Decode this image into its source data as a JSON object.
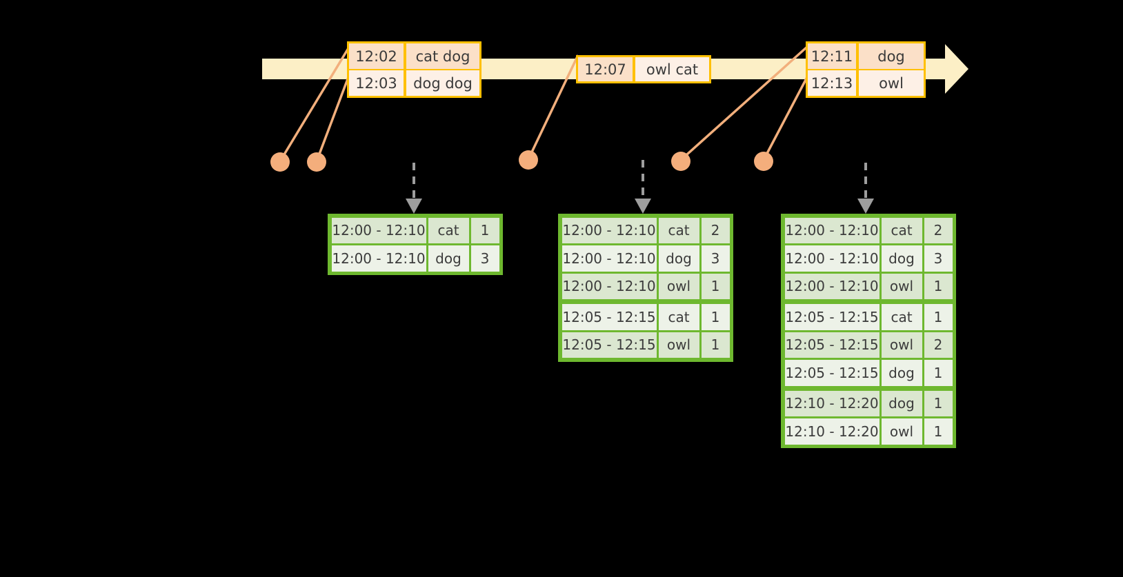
{
  "diagram": {
    "title": "sliding-window-aggregation",
    "colors": {
      "timeline_band": "#FCEFC6",
      "event_border": "#FFC000",
      "event_fill_a": "#FBE0C8",
      "event_fill_b": "#FDF0E6",
      "connector": "#F2AF7C",
      "dot": "#F4AE7C",
      "table_border": "#6EB82F",
      "table_fill_a": "#DBE7D0",
      "table_fill_b": "#EDF2E8",
      "arrow": "#9E9E9E",
      "background": "#000000"
    }
  },
  "timeline": {
    "name": "event-stream-timeline",
    "direction": "left-to-right",
    "events": [
      {
        "time": "12:02",
        "payload": "cat dog"
      },
      {
        "time": "12:03",
        "payload": "dog dog"
      },
      {
        "time": "12:07",
        "payload": "owl cat"
      },
      {
        "time": "12:11",
        "payload": "dog"
      },
      {
        "time": "12:13",
        "payload": "owl"
      }
    ]
  },
  "markers": [
    {
      "name": "marker-1"
    },
    {
      "name": "marker-2"
    },
    {
      "name": "marker-3"
    },
    {
      "name": "marker-4"
    },
    {
      "name": "marker-5"
    }
  ],
  "tables": [
    {
      "name": "result-table-1",
      "groups": [
        {
          "rows": [
            {
              "range": "12:00 - 12:10",
              "animal": "cat",
              "count": "1"
            },
            {
              "range": "12:00 - 12:10",
              "animal": "dog",
              "count": "3"
            }
          ]
        }
      ]
    },
    {
      "name": "result-table-2",
      "groups": [
        {
          "rows": [
            {
              "range": "12:00 - 12:10",
              "animal": "cat",
              "count": "2"
            },
            {
              "range": "12:00 - 12:10",
              "animal": "dog",
              "count": "3"
            },
            {
              "range": "12:00 - 12:10",
              "animal": "owl",
              "count": "1"
            }
          ]
        },
        {
          "rows": [
            {
              "range": "12:05 - 12:15",
              "animal": "cat",
              "count": "1"
            },
            {
              "range": "12:05 - 12:15",
              "animal": "owl",
              "count": "1"
            }
          ]
        }
      ]
    },
    {
      "name": "result-table-3",
      "groups": [
        {
          "rows": [
            {
              "range": "12:00 - 12:10",
              "animal": "cat",
              "count": "2"
            },
            {
              "range": "12:00 - 12:10",
              "animal": "dog",
              "count": "3"
            },
            {
              "range": "12:00 - 12:10",
              "animal": "owl",
              "count": "1"
            }
          ]
        },
        {
          "rows": [
            {
              "range": "12:05 - 12:15",
              "animal": "cat",
              "count": "1"
            },
            {
              "range": "12:05 - 12:15",
              "animal": "owl",
              "count": "2"
            },
            {
              "range": "12:05 - 12:15",
              "animal": "dog",
              "count": "1"
            }
          ]
        },
        {
          "rows": [
            {
              "range": "12:10 - 12:20",
              "animal": "dog",
              "count": "1"
            },
            {
              "range": "12:10 - 12:20",
              "animal": "owl",
              "count": "1"
            }
          ]
        }
      ]
    }
  ]
}
